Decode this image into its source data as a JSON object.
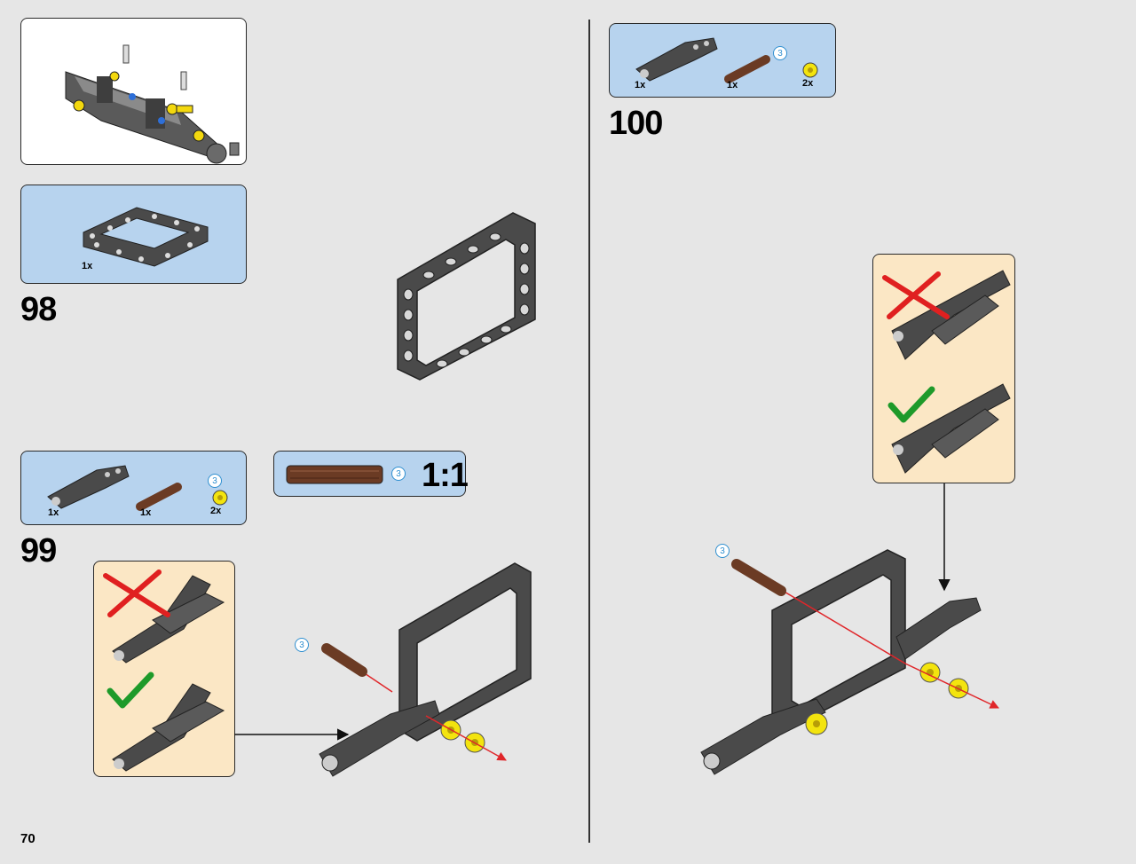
{
  "page_number": "70",
  "steps": [
    {
      "number": "98",
      "parts": [
        {
          "qty": "1x"
        }
      ]
    },
    {
      "number": "99",
      "parts": [
        {
          "qty": "1x"
        },
        {
          "qty": "1x"
        },
        {
          "qty": "2x"
        }
      ],
      "axle_length": "3",
      "scale_label": "1:1",
      "callout_axle_length": "3"
    },
    {
      "number": "100",
      "parts": [
        {
          "qty": "1x"
        },
        {
          "qty": "1x"
        },
        {
          "qty": "2x"
        }
      ],
      "axle_length": "3",
      "callout_axle_length": "3"
    }
  ],
  "colors": {
    "page_background": "#e6e6e6",
    "parts_box": "#b7d3ee",
    "tip_box": "#fbe7c5",
    "part_gray": "#4a4a4a",
    "axle_brown": "#6b3b24",
    "bush_yellow": "#f3e40e",
    "wrong_mark": "#e02020",
    "right_mark": "#1e9a2a",
    "guide_arrow": "#e0262a"
  },
  "icons": [
    "wrong-cross-icon",
    "correct-check-icon"
  ]
}
